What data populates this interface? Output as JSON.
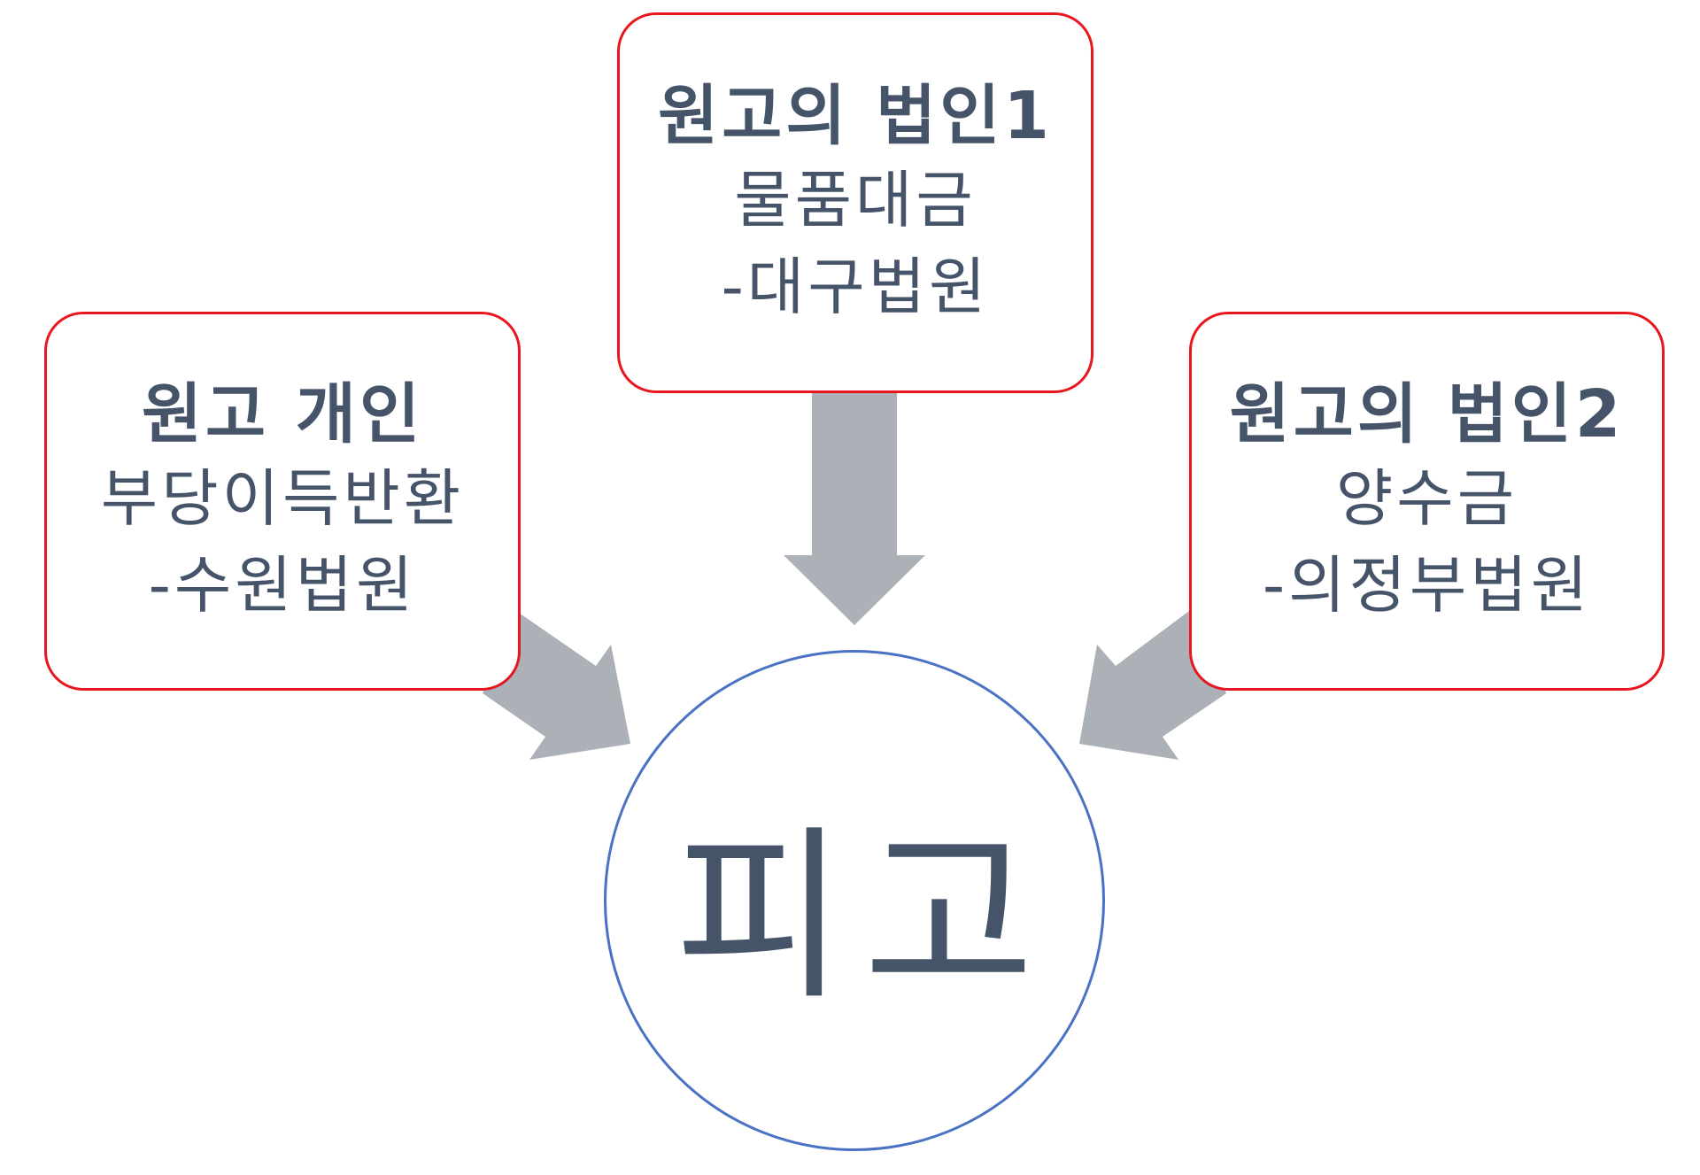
{
  "diagram": {
    "nodes": [
      {
        "id": "left",
        "title": "원고 개인",
        "line1": "부당이득반환",
        "line2": "-수원법원"
      },
      {
        "id": "top",
        "title": "원고의 법인1",
        "line1": "물품대금",
        "line2": "-대구법원"
      },
      {
        "id": "right",
        "title": "원고의 법인2",
        "line1": "양수금",
        "line2": "-의정부법원"
      }
    ],
    "center": {
      "label": "피고"
    },
    "colors": {
      "box_border": "#e8161f",
      "circle_border": "#4a72c4",
      "arrow": "#acb0b7",
      "text": "#46546a"
    }
  }
}
